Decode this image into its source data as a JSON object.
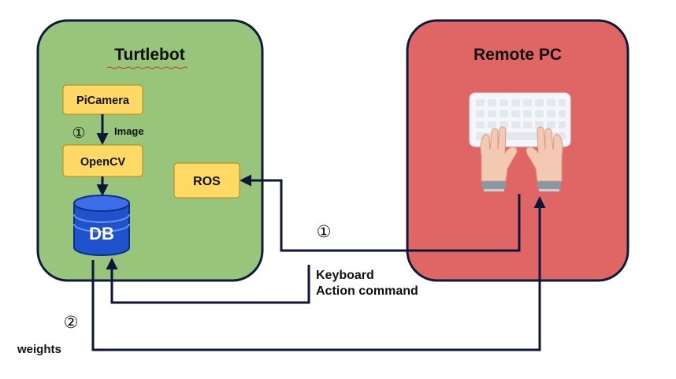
{
  "turtlebot": {
    "title": "Turtlebot"
  },
  "remote_pc": {
    "title": "Remote PC"
  },
  "nodes": {
    "picamera": "PiCamera",
    "opencv": "OpenCV",
    "ros": "ROS",
    "db": "DB"
  },
  "edges": {
    "image": "Image",
    "step1_a": "①",
    "step1_b": "①",
    "step2": "②",
    "keyboard": "Keyboard",
    "action_command": "Action command",
    "weights": "weights"
  },
  "colors": {
    "turtlebot_fill": "#98c47c",
    "remote_fill": "#e06666",
    "border": "#0c1b3c",
    "node_fill": "#ffd966",
    "node_border": "#b8860b",
    "db_fill": "#1f52cc",
    "arrow": "#0d1638"
  }
}
